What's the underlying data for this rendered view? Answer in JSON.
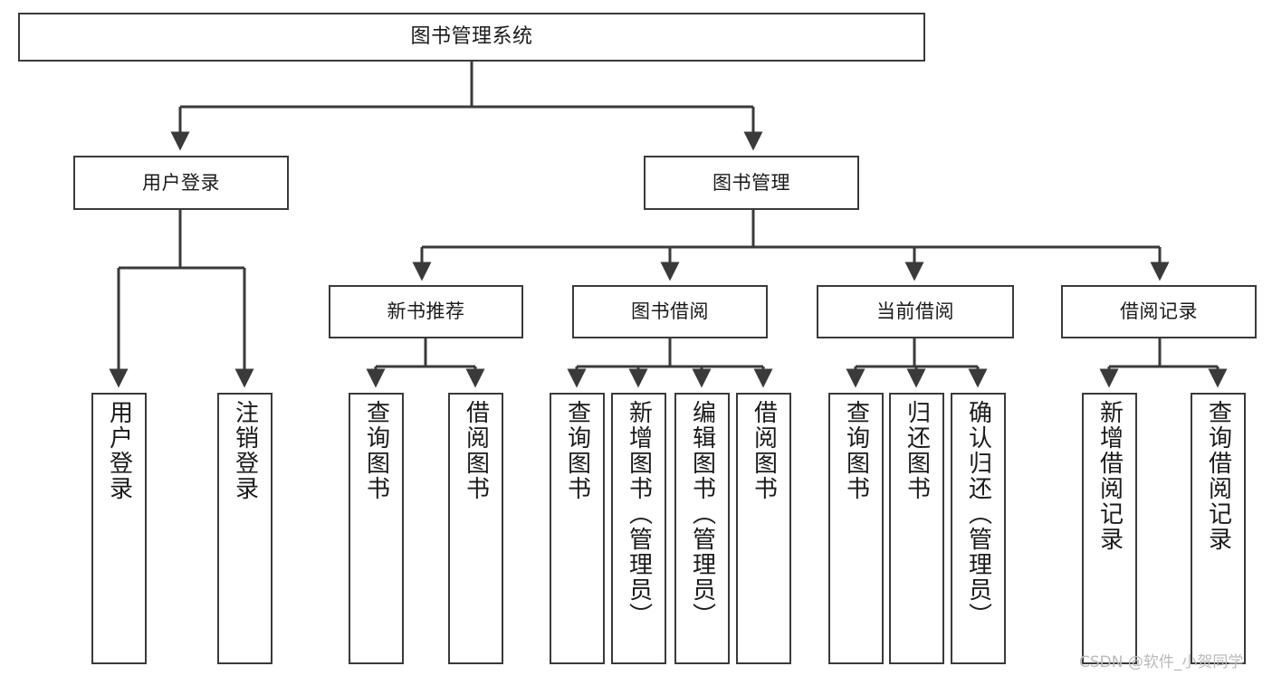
{
  "diagram": {
    "title": "图书管理系统",
    "type": "tree-structure-chart",
    "root": {
      "label": "图书管理系统"
    },
    "level2": [
      {
        "label": "用户登录"
      },
      {
        "label": "图书管理"
      }
    ],
    "level3": [
      {
        "label": "新书推荐"
      },
      {
        "label": "图书借阅"
      },
      {
        "label": "当前借阅"
      },
      {
        "label": "借阅记录"
      }
    ],
    "leaves": {
      "user_login": [
        {
          "label": "用户登录"
        },
        {
          "label": "注销登录"
        }
      ],
      "new_book_recommend": [
        {
          "label": "查询图书"
        },
        {
          "label": "借阅图书"
        }
      ],
      "book_borrow": [
        {
          "label": "查询图书"
        },
        {
          "label": "新增图书（管理员）"
        },
        {
          "label": "编辑图书（管理员）"
        },
        {
          "label": "借阅图书"
        }
      ],
      "current_borrow": [
        {
          "label": "查询图书"
        },
        {
          "label": "归还图书"
        },
        {
          "label": "确认归还（管理员）"
        }
      ],
      "borrow_record": [
        {
          "label": "新增借阅记录"
        },
        {
          "label": "查询借阅记录"
        }
      ]
    }
  },
  "watermark": {
    "text": "CSDN @软件_小贺同学"
  },
  "colors": {
    "background": "#ffffff",
    "box_border": "#3a3a3a",
    "edge": "#3a3a3a",
    "text": "#1a1a1a",
    "watermark": "#b9b9b9"
  }
}
